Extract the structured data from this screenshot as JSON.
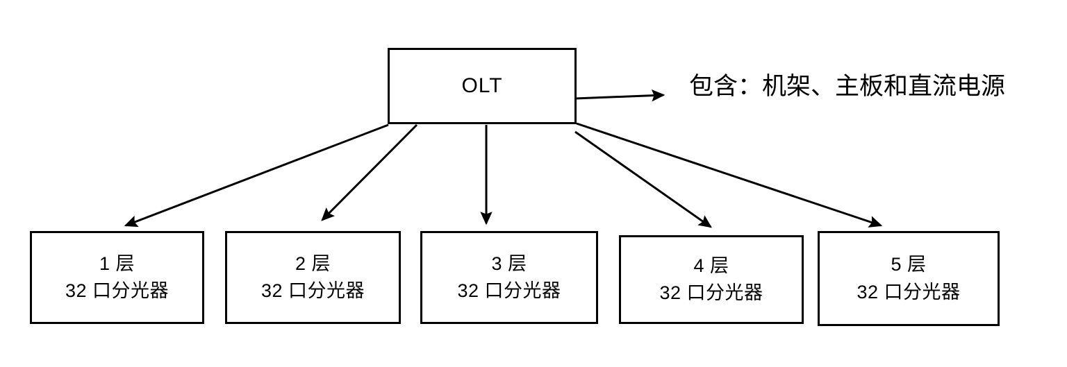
{
  "diagram": {
    "root": {
      "label": "OLT",
      "annotation": "包含：机架、主板和直流电源"
    },
    "children": [
      {
        "floor": "1 层",
        "device": "32 口分光器"
      },
      {
        "floor": "2 层",
        "device": "32 口分光器"
      },
      {
        "floor": "3 层",
        "device": "32 口分光器"
      },
      {
        "floor": "4 层",
        "device": "32 口分光器"
      },
      {
        "floor": "5 层",
        "device": "32 口分光器"
      }
    ],
    "colors": {
      "stroke": "#000000",
      "fill": "#ffffff",
      "text": "#000000"
    }
  }
}
